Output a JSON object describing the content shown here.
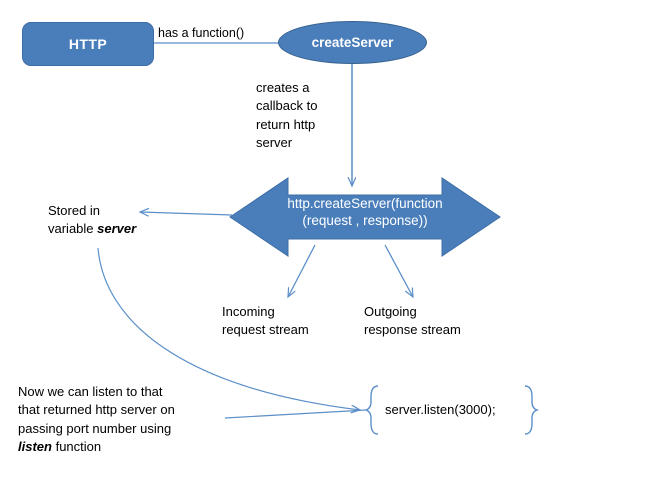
{
  "diagram": {
    "title": "Node.js http.createServer flow diagram",
    "background_color": "#ffffff",
    "shape_fill": "#4a7ebb",
    "shape_stroke": "#35618f",
    "connector_color": "#5b8fc9",
    "text_color": "#000000",
    "shape_text_color": "#ffffff"
  },
  "nodes": {
    "http_box": {
      "label": "HTTP",
      "shape": "rounded-rectangle"
    },
    "create_server_ellipse": {
      "label": "createServer",
      "shape": "ellipse"
    },
    "arrow_shape": {
      "line1": "http.createServer(function",
      "line2": "(request , response))",
      "shape": "left-right-arrow"
    }
  },
  "labels": {
    "has_a_function": "has a function()",
    "creates_callback": "creates a\ncallback to\nreturn http\nserver",
    "stored_in_prefix": "Stored in\nvariable ",
    "stored_in_emphasis": "server",
    "incoming_stream": "Incoming\nrequest stream",
    "outgoing_stream": "Outgoing\nresponse stream",
    "now_listen_line1": "Now we can listen to that",
    "now_listen_line2": "that returned http server on",
    "now_listen_line3": "passing port number using",
    "now_listen_emphasis": "listen",
    "now_listen_line4_tail": " function",
    "server_listen_code": "server.listen(3000);"
  },
  "braces": {
    "left": "{",
    "right": "}"
  }
}
